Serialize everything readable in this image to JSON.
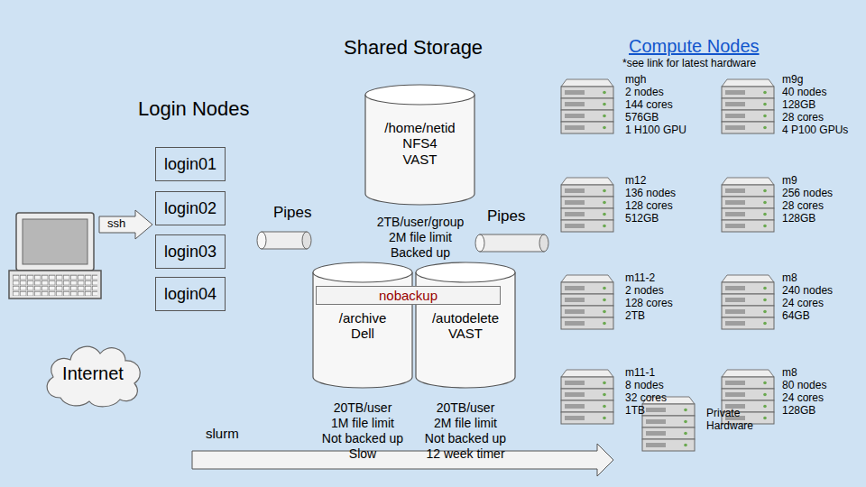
{
  "diagram": {
    "nodes": [
      {
        "text": [
          "login01"
        ]
      },
      {
        "text": [
          "login02"
        ]
      },
      {
        "text": [
          "login03"
        ]
      },
      {
        "text": [
          "login04"
        ]
      },
      {
        "text": [
          "/home/netid NFS4 VAST"
        ]
      },
      {
        "text": [
          "/archive Dell"
        ]
      },
      {
        "text": [
          "/autodelete VAST"
        ]
      },
      {
        "text": [
          "nobackup"
        ]
      },
      {
        "text": [
          "Internet"
        ]
      }
    ],
    "labels": [
      "Login Nodes",
      "ssh",
      "Shared Storage",
      "2TB/user/group",
      "2M file limit",
      "Backed up",
      "Pipes",
      "Pipes",
      "20TB/user",
      "1M file limit",
      "Not backed up",
      "Slow",
      "20TB/user",
      "2M file limit",
      "Not backed up",
      "12 week timer",
      "slurm",
      "Compute Nodes",
      "*see link for latest hardware",
      "mgh",
      "2 nodes",
      "144 cores",
      "576GB",
      "1 H100 GPU",
      "m9g",
      "40 nodes",
      "128GB",
      "28 cores",
      "4 P100 GPUs",
      "m12",
      "136 nodes",
      "128 cores",
      "512GB",
      "m9",
      "256 nodes",
      "28 cores",
      "128GB",
      "m11-2",
      "2 nodes",
      "128 cores",
      "2TB",
      "m8",
      "240 nodes",
      "24 cores",
      "64GB",
      "m11-1",
      "8 nodes",
      "32 cores",
      "1TB",
      "m8",
      "80 nodes",
      "24 cores",
      "128GB",
      "Private Hardware"
    ]
  }
}
